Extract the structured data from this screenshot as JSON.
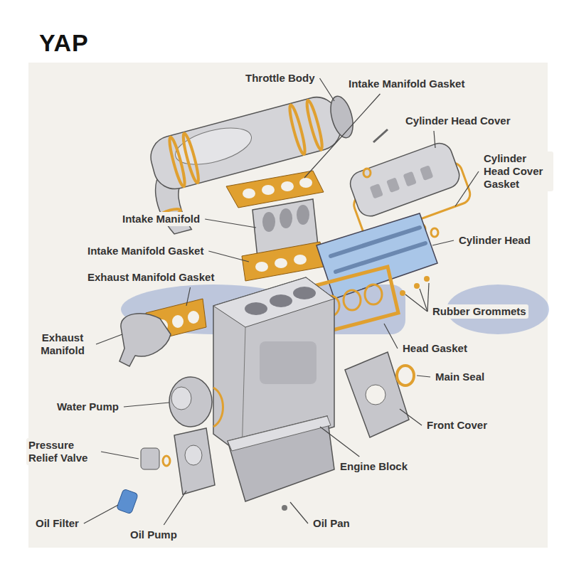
{
  "diagram": {
    "labels": [
      "YAP",
      "Throttle Body",
      "Intake Manifold Gasket",
      "Cylinder Head Cover",
      "Cylinder Head Cover Gasket",
      "Intake Manifold",
      "Intake Manifold Gasket",
      "Cylinder Head",
      "Exhaust Manifold Gasket",
      "Rubber Grommets",
      "Exhaust Manifold",
      "Head Gasket",
      "Main Seal",
      "Water Pump",
      "Front Cover",
      "Pressure Relief Valve",
      "Engine Block",
      "Oil Filter",
      "Oil Pump",
      "Oil Pan"
    ]
  }
}
